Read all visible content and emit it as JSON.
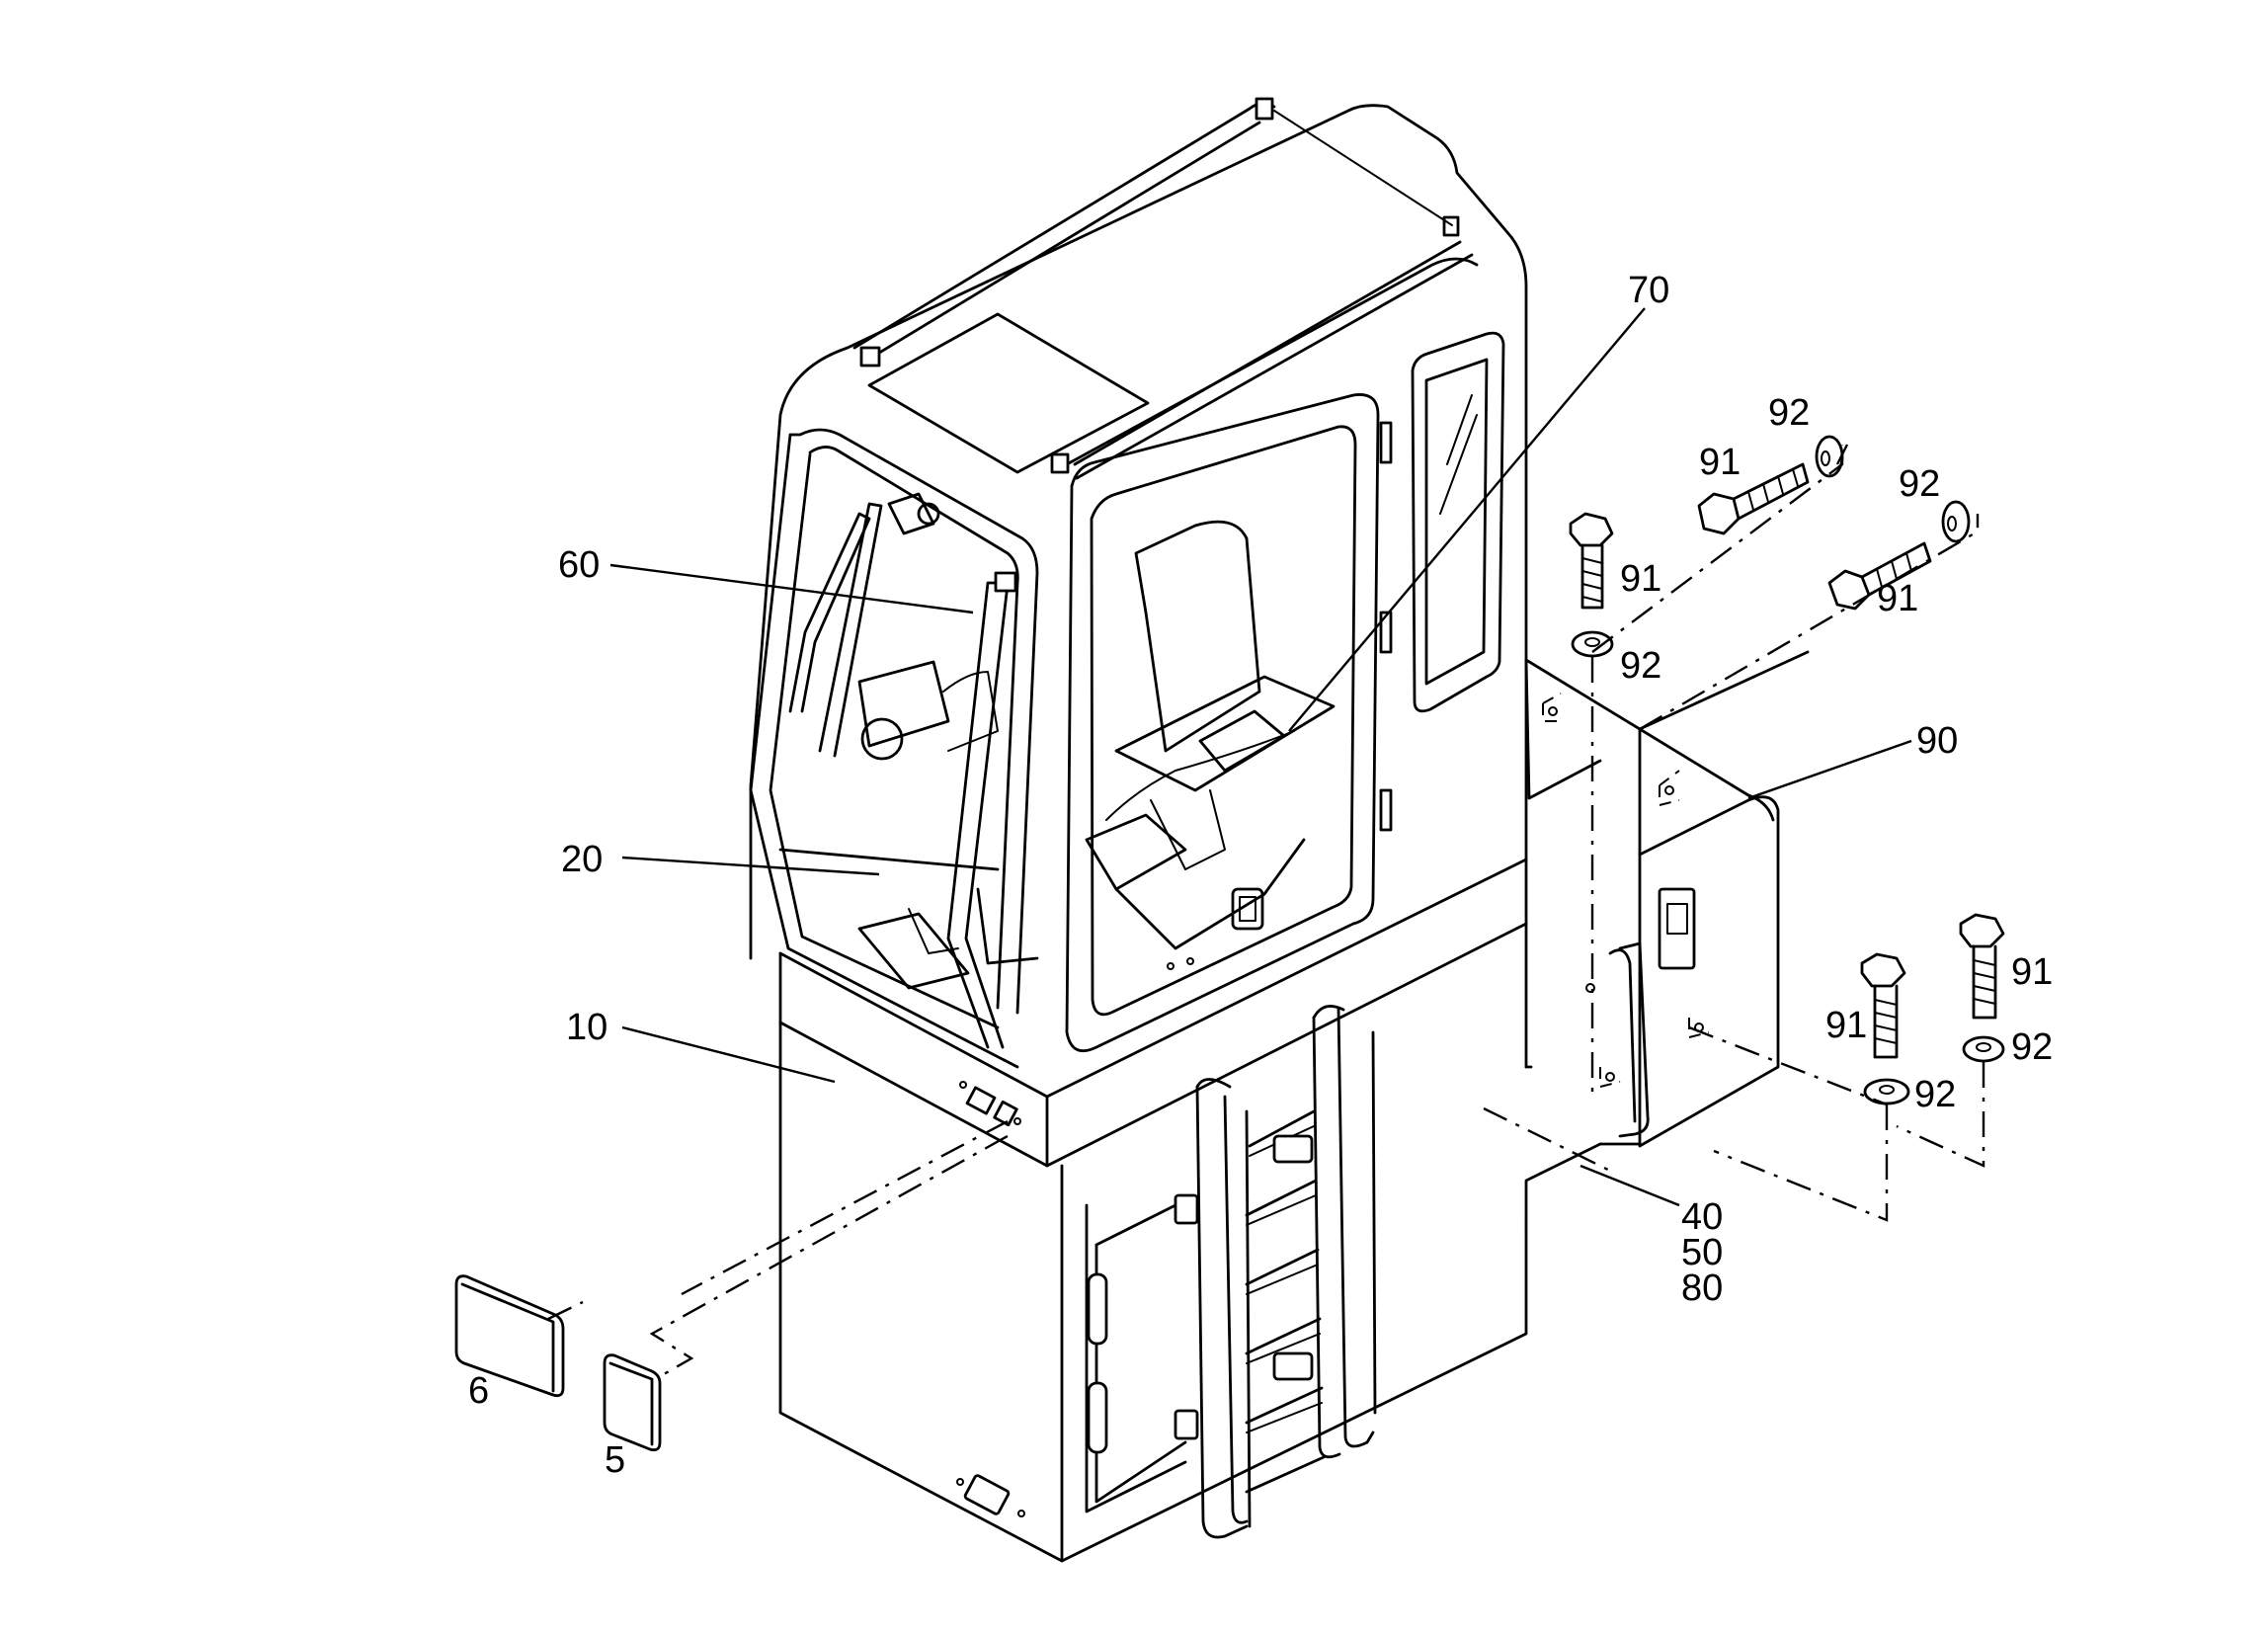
{
  "callouts": {
    "c70": "70",
    "c60": "60",
    "c20": "20",
    "c10": "10",
    "c6": "6",
    "c5": "5",
    "c40": "40",
    "c50": "50",
    "c80": "80",
    "c90": "90",
    "c91a": "91",
    "c92a": "92",
    "c91b": "91",
    "c92b": "92",
    "c91c": "91",
    "c92c": "92",
    "c91d": "91",
    "c92d": "92",
    "c91e": "91",
    "c92e": "92"
  }
}
